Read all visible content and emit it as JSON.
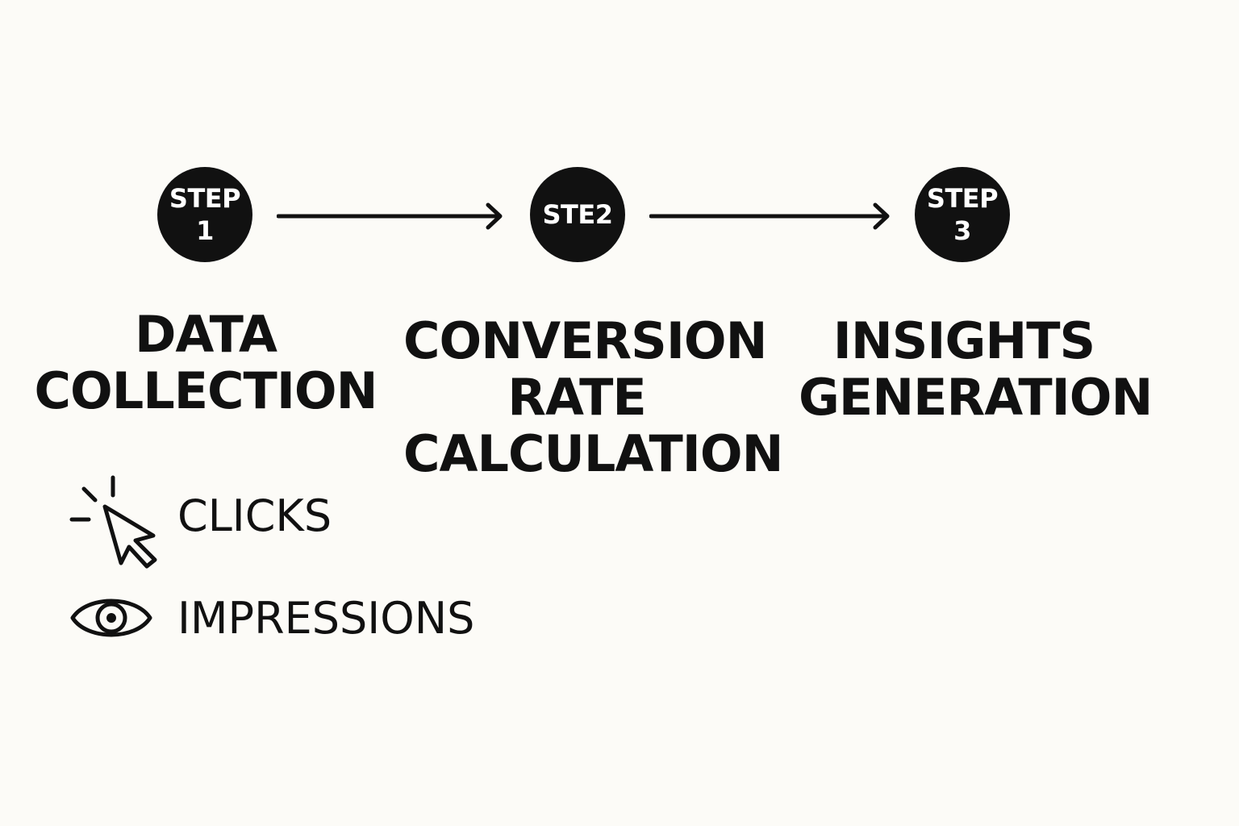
{
  "steps": [
    {
      "badge_line1": "STEP",
      "badge_line2": "1",
      "title_lines": [
        "DATA",
        "COLLECTION"
      ]
    },
    {
      "badge_line1": "STE2",
      "badge_line2": "",
      "title_lines": [
        "CONVERSION",
        "RATE",
        "CALCULATION"
      ]
    },
    {
      "badge_line1": "STEP",
      "badge_line2": "3",
      "title_lines": [
        "INSIGHTS",
        "GENERATION"
      ]
    }
  ],
  "metrics": [
    {
      "label": "CLICKS",
      "icon": "cursor-click-icon"
    },
    {
      "label": "IMPRESSIONS",
      "icon": "eye-icon"
    }
  ],
  "colors": {
    "background": "#fcfbf7",
    "ink": "#111111",
    "badge_text": "#ffffff"
  }
}
